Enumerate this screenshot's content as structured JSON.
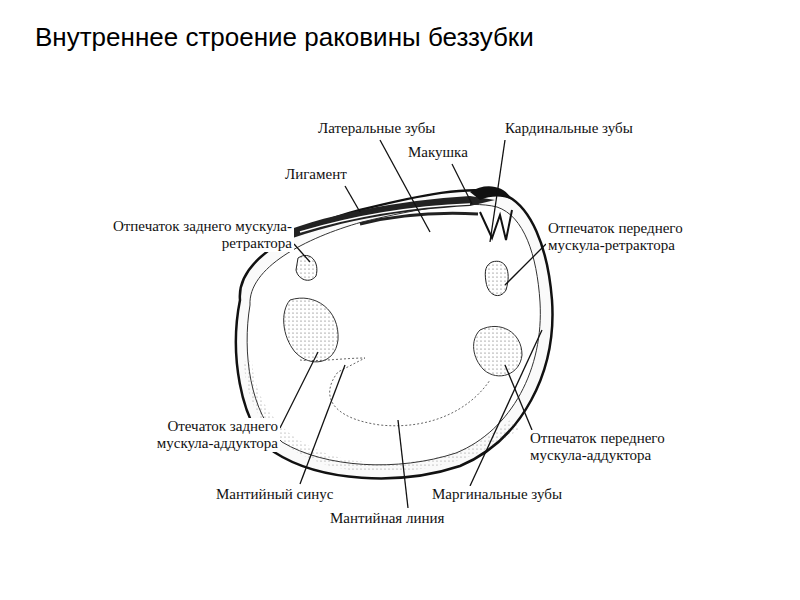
{
  "diagram": {
    "title": "Внутреннее строение раковины беззубки",
    "labels": [
      "Латеральные зубы",
      "Кардинальные зубы",
      "Макушка",
      "Лигамент",
      "Отпечаток заднего мускула-ретрактора",
      "Отпечаток переднего мускула-ретрактора",
      "Отечаток заднего мускула-аддуктора",
      "Отпечаток переднего мускула-аддуктора",
      "Мантийный синус",
      "Маргинальные зубы",
      "Мантийная линия"
    ]
  }
}
